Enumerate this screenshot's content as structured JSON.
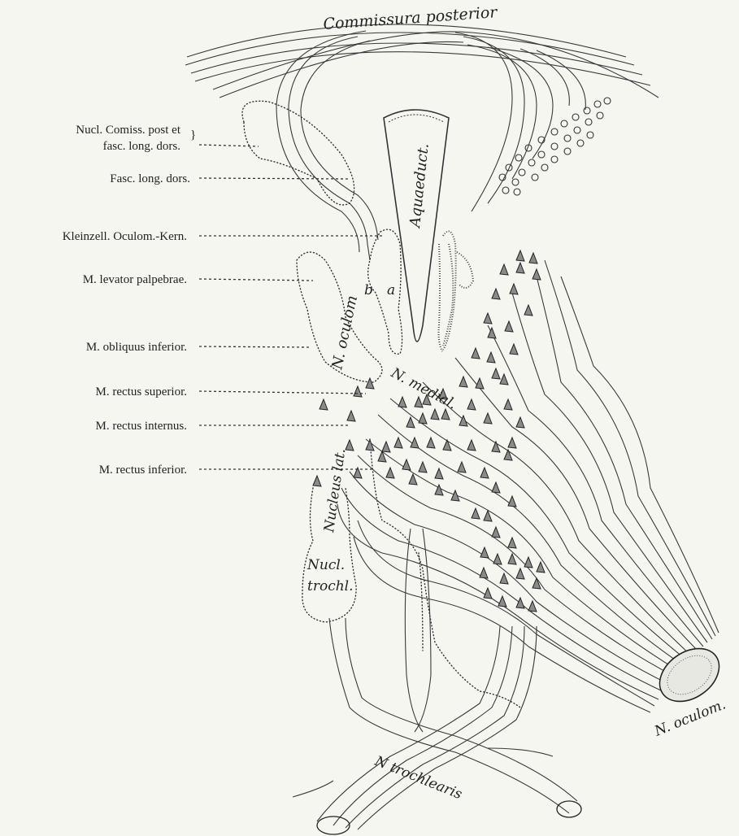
{
  "left_labels": [
    "Nucl. Comiss. post et",
    "fasc. long. dors.",
    "Fasc. long. dors.",
    "Kleinzell. Oculom.-Kern.",
    "M. levator palpebrae.",
    "M. obliquus inferior.",
    "M. rectus superior.",
    "M. rectus internus.",
    "M. rectus inferior."
  ],
  "figure_labels": {
    "commissura": "Commissura posterior",
    "aquaeduct": "Aquaeduct.",
    "n_oculom_vertical": "N. oculom",
    "n_medial": "N. medial.",
    "nucleus_lat": "Nucleus lat.",
    "b": "b",
    "a": "a",
    "nucl": "Nucl.",
    "trochl": "trochl.",
    "n_trochlearis": "N trochlearis",
    "n_oculom_nerve": "N. oculom."
  },
  "colors": {
    "ink": "#2a2a2a",
    "paper": "#f6f6f1",
    "cell_fill": "#8a8a8a"
  }
}
